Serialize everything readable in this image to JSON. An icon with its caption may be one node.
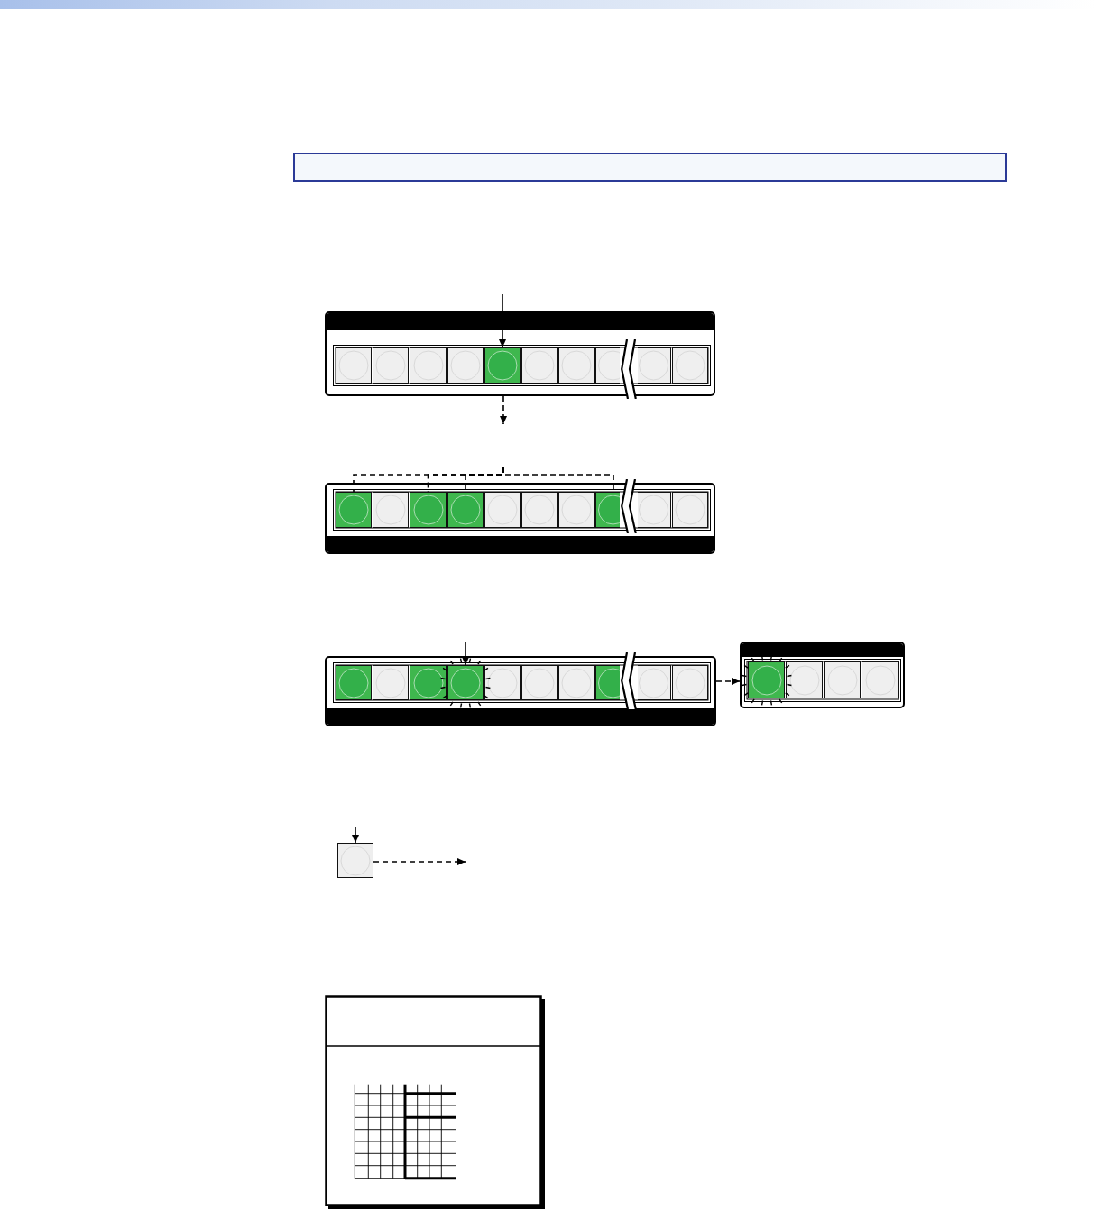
{
  "diagram": {
    "nodes": [
      {
        "text": [],
        "shape": "bar"
      },
      {
        "text": [],
        "shape": "box"
      },
      {
        "text": [],
        "shape": "button",
        "in": 1
      },
      {
        "text": [],
        "shape": "button",
        "in": 1
      },
      {
        "text": [],
        "shape": "button",
        "in": 1
      },
      {
        "text": [],
        "shape": "button",
        "in": 1
      },
      {
        "text": [],
        "shape": "button",
        "in": 1
      },
      {
        "text": [],
        "shape": "button",
        "in": 1
      },
      {
        "text": [],
        "shape": "button",
        "in": 1
      },
      {
        "text": [],
        "shape": "button",
        "in": 1
      },
      {
        "text": [],
        "shape": "button",
        "in": 1
      },
      {
        "text": [],
        "shape": "button",
        "in": 1
      },
      {
        "text": [],
        "shape": "box"
      },
      {
        "text": [],
        "shape": "button",
        "in": 12
      },
      {
        "text": [],
        "shape": "button",
        "in": 12
      },
      {
        "text": [],
        "shape": "button",
        "in": 12
      },
      {
        "text": [],
        "shape": "button",
        "in": 12
      },
      {
        "text": [],
        "shape": "button",
        "in": 12
      },
      {
        "text": [],
        "shape": "button",
        "in": 12
      },
      {
        "text": [],
        "shape": "button",
        "in": 12
      },
      {
        "text": [],
        "shape": "button",
        "in": 12
      },
      {
        "text": [],
        "shape": "button",
        "in": 12
      },
      {
        "text": [],
        "shape": "button",
        "in": 12
      },
      {
        "text": [],
        "shape": "box"
      },
      {
        "text": [],
        "shape": "button",
        "in": 23
      },
      {
        "text": [],
        "shape": "button",
        "in": 23
      },
      {
        "text": [],
        "shape": "button",
        "in": 23
      },
      {
        "text": [],
        "shape": "button",
        "in": 23
      },
      {
        "text": [],
        "shape": "button",
        "in": 23
      },
      {
        "text": [],
        "shape": "button",
        "in": 23
      },
      {
        "text": [],
        "shape": "button",
        "in": 23
      },
      {
        "text": [],
        "shape": "button",
        "in": 23
      },
      {
        "text": [],
        "shape": "button",
        "in": 23
      },
      {
        "text": [],
        "shape": "button",
        "in": 23
      },
      {
        "text": [],
        "shape": "box"
      },
      {
        "text": [],
        "shape": "button",
        "in": 34
      },
      {
        "text": [],
        "shape": "button",
        "in": 34
      },
      {
        "text": [],
        "shape": "button",
        "in": 34
      },
      {
        "text": [],
        "shape": "button",
        "in": 34
      },
      {
        "text": [],
        "shape": "button"
      }
    ],
    "edges": [
      {
        "from": null,
        "to": 6,
        "arrow": "to"
      },
      {
        "from": 1,
        "to": null,
        "arrow": "to",
        "style": "dashed"
      },
      {
        "from": null,
        "to": 13,
        "arrow": "none",
        "style": "dashed"
      },
      {
        "from": null,
        "to": 15,
        "arrow": "none",
        "style": "dashed"
      },
      {
        "from": null,
        "to": 16,
        "arrow": "none",
        "style": "dashed"
      },
      {
        "from": null,
        "to": 20,
        "arrow": "none",
        "style": "dashed"
      },
      {
        "from": null,
        "to": 27,
        "arrow": "to"
      },
      {
        "from": 23,
        "to": 34,
        "arrow": "to",
        "style": "dashed"
      },
      {
        "from": null,
        "to": 39,
        "arrow": "to"
      },
      {
        "from": 39,
        "to": null,
        "arrow": "to",
        "style": "dashed"
      }
    ]
  }
}
